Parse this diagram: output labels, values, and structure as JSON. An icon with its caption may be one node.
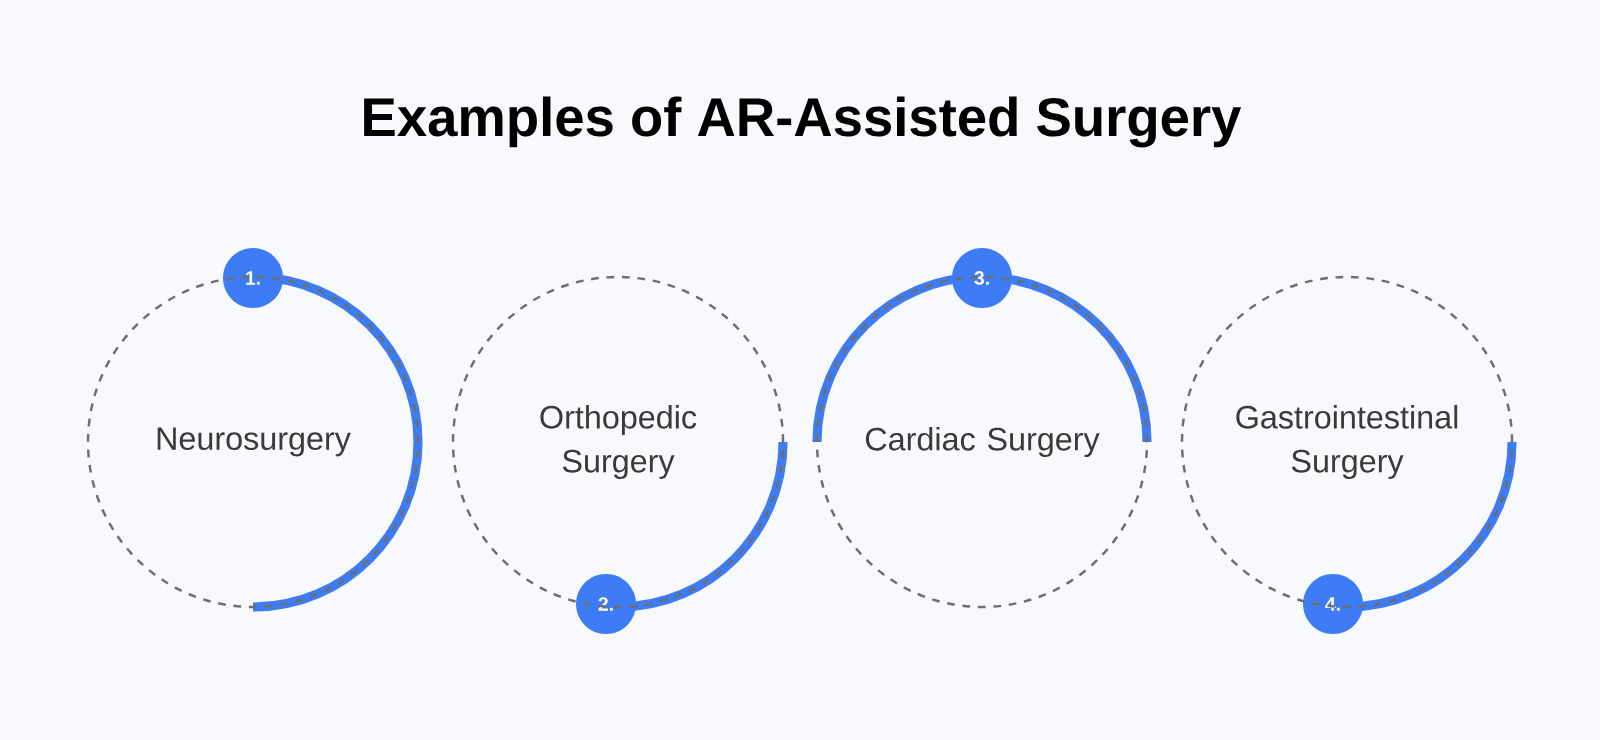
{
  "diagram": {
    "title": "Examples of AR-Assisted Surgery",
    "nodes": [
      {
        "text": [
          "1."
        ]
      },
      {
        "text": [
          "Neurosurgery"
        ]
      },
      {
        "text": [
          "2."
        ]
      },
      {
        "text": [
          "Orthopedic Surgery"
        ]
      },
      {
        "text": [
          "3."
        ]
      },
      {
        "text": [
          "Cardiac Surgery"
        ]
      },
      {
        "text": [
          "4."
        ]
      },
      {
        "text": [
          "Gastrointestinal Surgery"
        ]
      }
    ]
  }
}
